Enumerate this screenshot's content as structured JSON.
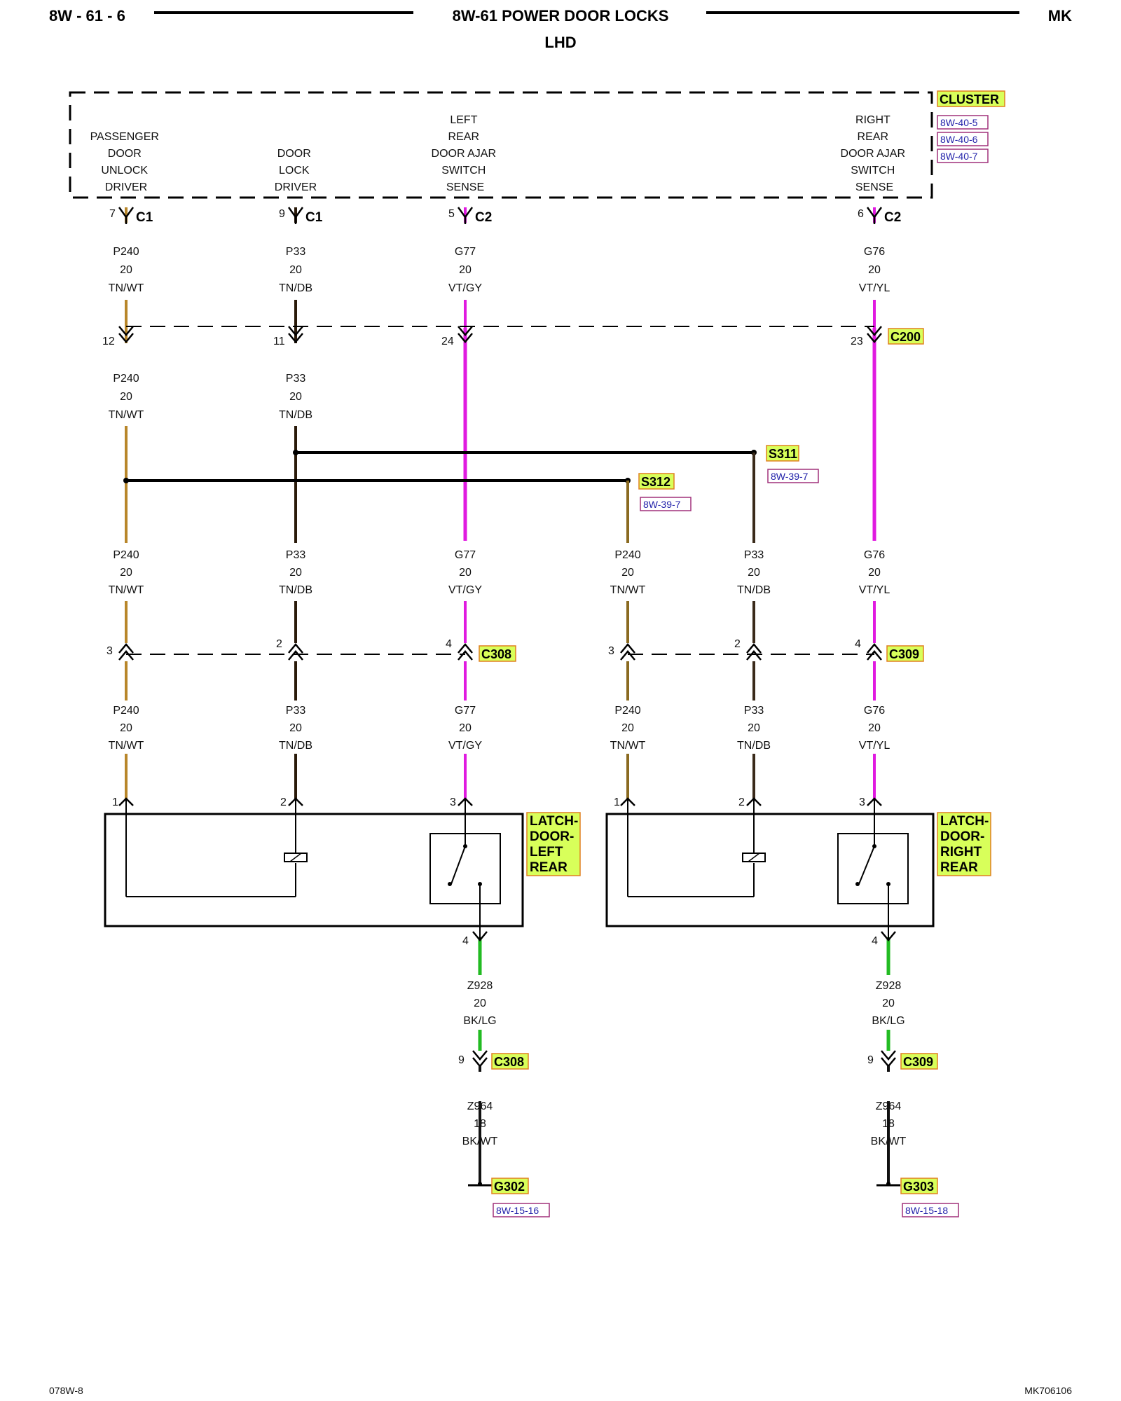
{
  "header": {
    "page_code": "8W - 61 - 6",
    "title": "8W-61 POWER DOOR LOCKS",
    "subtitle": "LHD",
    "model": "MK"
  },
  "cluster": {
    "name": "CLUSTER",
    "refs": [
      "8W-40-5",
      "8W-40-6",
      "8W-40-7"
    ],
    "pins": [
      {
        "lines": [
          "PASSENGER",
          "DOOR",
          "UNLOCK",
          "DRIVER"
        ],
        "pin": "7",
        "connector": "C1"
      },
      {
        "lines": [
          "DOOR",
          "LOCK",
          "DRIVER"
        ],
        "pin": "9",
        "connector": "C1"
      },
      {
        "lines": [
          "LEFT",
          "REAR",
          "DOOR AJAR",
          "SWITCH",
          "SENSE"
        ],
        "pin": "5",
        "connector": "C2"
      },
      {
        "lines": [
          "RIGHT",
          "REAR",
          "DOOR AJAR",
          "SWITCH",
          "SENSE"
        ],
        "pin": "6",
        "connector": "C2"
      }
    ]
  },
  "colors": {
    "tan": "#b8862a",
    "dark": "#111111",
    "violet": "#e01ae0",
    "green": "#22bb22",
    "tag_fill": "#d8ff5a",
    "tag_border": "#e08020",
    "ref_border": "#a0307a",
    "ref_text": "#2222aa"
  },
  "wires": {
    "p240": {
      "circuit": "P240",
      "gauge": "20",
      "color": "TN/WT"
    },
    "p33": {
      "circuit": "P33",
      "gauge": "20",
      "color": "TN/DB"
    },
    "g77": {
      "circuit": "G77",
      "gauge": "20",
      "color": "VT/GY"
    },
    "g76": {
      "circuit": "G76",
      "gauge": "20",
      "color": "VT/YL"
    },
    "z928": {
      "circuit": "Z928",
      "gauge": "20",
      "color": "BK/LG"
    },
    "z964": {
      "circuit": "Z964",
      "gauge": "18",
      "color": "BK/WT"
    }
  },
  "connectors": {
    "c200": {
      "name": "C200",
      "pins": [
        "12",
        "11",
        "24",
        "23"
      ]
    },
    "c308": {
      "name": "C308",
      "pins": [
        "3",
        "2",
        "4"
      ],
      "ground_pin": "9"
    },
    "c309": {
      "name": "C309",
      "pins": [
        "3",
        "2",
        "4"
      ],
      "ground_pin": "9"
    }
  },
  "splices": {
    "s311": {
      "name": "S311",
      "ref": "8W-39-7"
    },
    "s312": {
      "name": "S312",
      "ref": "8W-39-7"
    }
  },
  "latches": {
    "left": {
      "lines": [
        "LATCH-",
        "DOOR-",
        "LEFT",
        "REAR"
      ],
      "pins": [
        "1",
        "2",
        "3",
        "4"
      ]
    },
    "right": {
      "lines": [
        "LATCH-",
        "DOOR-",
        "RIGHT",
        "REAR"
      ],
      "pins": [
        "1",
        "2",
        "3",
        "4"
      ]
    }
  },
  "grounds": {
    "g302": {
      "name": "G302",
      "ref": "8W-15-16"
    },
    "g303": {
      "name": "G303",
      "ref": "8W-15-18"
    }
  },
  "footer": {
    "left": "078W-8",
    "right": "MK706106"
  }
}
